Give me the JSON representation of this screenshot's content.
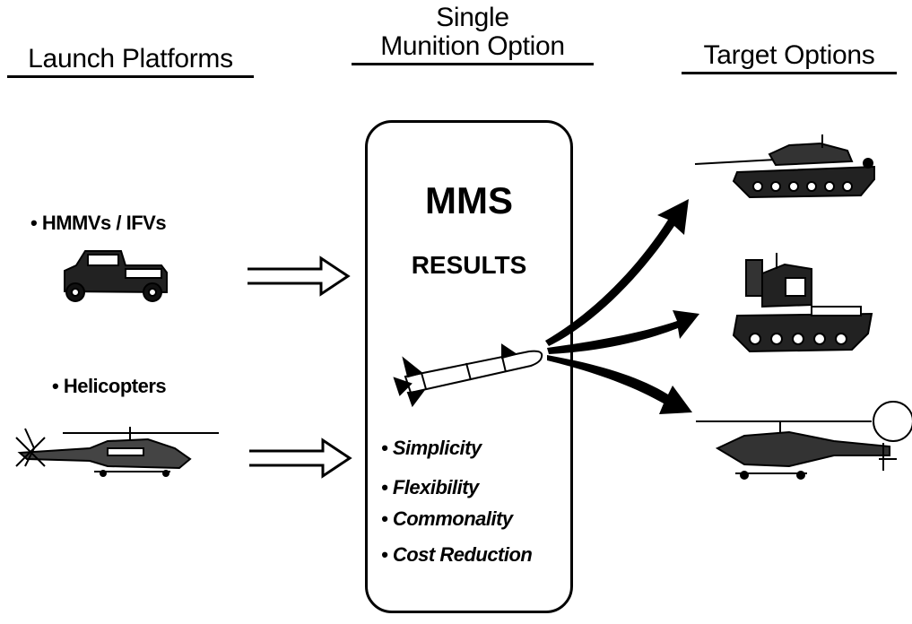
{
  "headings": {
    "launch_platforms": "Launch Platforms",
    "munition_line1": "Single",
    "munition_line2": "Munition Option",
    "target_options": "Target Options"
  },
  "launch_platforms": [
    {
      "label": "• HMMVs / IFVs",
      "icon": "hmmwv-vehicle-icon"
    },
    {
      "label": "• Helicopters",
      "icon": "attack-helicopter-icon"
    }
  ],
  "center_box": {
    "title": "MMS",
    "subtitle": "RESULTS",
    "icon": "missile-icon",
    "benefits": [
      "• Simplicity",
      "• Flexibility",
      "• Commonality",
      "• Cost Reduction"
    ]
  },
  "targets": [
    {
      "icon": "tank-icon"
    },
    {
      "icon": "air-defense-vehicle-icon"
    },
    {
      "icon": "helicopter-target-icon"
    }
  ]
}
